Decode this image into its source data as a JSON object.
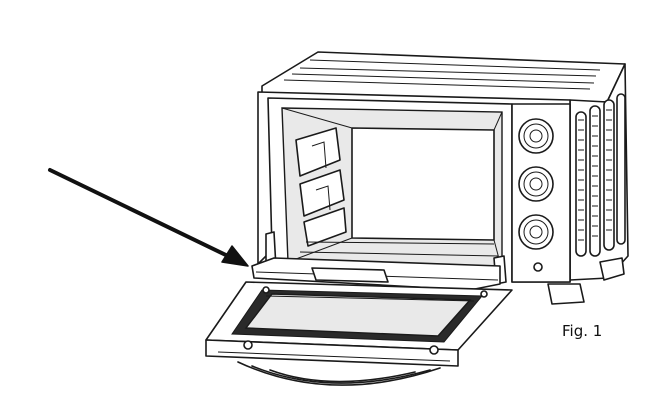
{
  "figure": {
    "caption": "Fig. 1",
    "icons": {
      "oven": "toaster-oven-illustration",
      "arrow": "pointer-arrow",
      "knob": "control-knob-icon"
    }
  }
}
